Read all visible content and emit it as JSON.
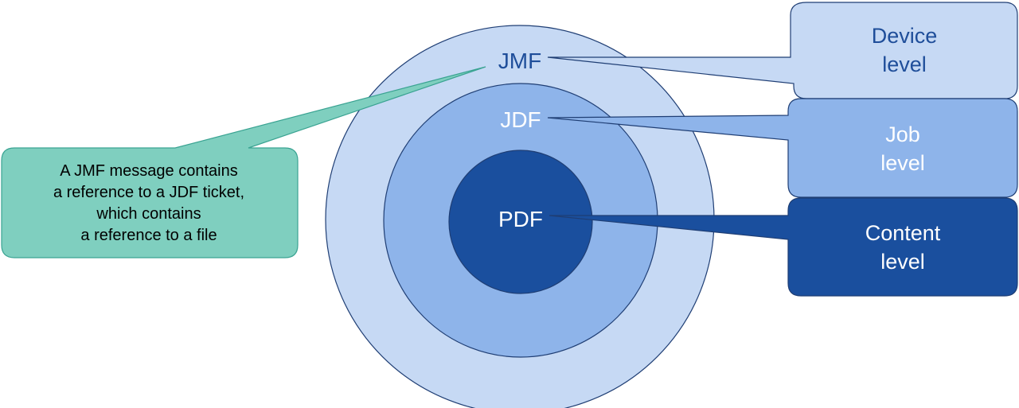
{
  "diagram": {
    "rings": {
      "jmf": "JMF",
      "jdf": "JDF",
      "pdf": "PDF"
    },
    "levels": {
      "device": [
        "Device",
        "level"
      ],
      "job": [
        "Job",
        "level"
      ],
      "content": [
        "Content",
        "level"
      ]
    },
    "note": [
      "A JMF message contains",
      "a reference to a JDF ticket,",
      "which contains",
      "a reference to a file"
    ]
  },
  "colors": {
    "outer_ring": "#c6d9f4",
    "middle_ring": "#8eb4ea",
    "inner_ring": "#1a4f9e",
    "device_box": "#c6d9f4",
    "job_box": "#8eb4ea",
    "content_box": "#1a4f9e",
    "note_box": "#7fcfbf",
    "outline_blue": "#1f3e74",
    "outline_teal": "#3aa392",
    "dark_text": "#1f4e9a",
    "light_text": "#ffffff",
    "note_text": "#000000"
  }
}
